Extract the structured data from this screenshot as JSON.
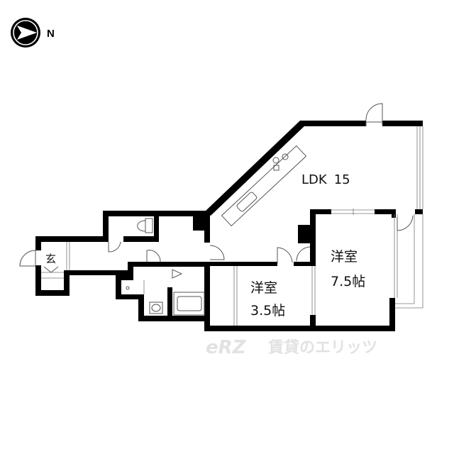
{
  "compass": {
    "icon": "north-arrow-icon",
    "direction_label": "N",
    "arrow_points": "right"
  },
  "rooms": {
    "ldk": {
      "name": "LDK",
      "size": "15"
    },
    "western_large": {
      "name": "洋室",
      "size": "7.5帖"
    },
    "western_small": {
      "name": "洋室",
      "size": "3.5帖"
    },
    "entrance": {
      "name": "玄"
    }
  },
  "fixtures": [
    "kitchen-counter-icon",
    "stove-burners-icon",
    "sink-icon",
    "toilet-icon",
    "washbasin-icon",
    "bathtub-icon",
    "shoe-cabinet-icon"
  ],
  "watermark": {
    "logo": "eRZ",
    "text": "賃貸のエリッツ"
  },
  "colors": {
    "wall": "#000000",
    "background": "#ffffff",
    "watermark": "#e2e2e2"
  }
}
